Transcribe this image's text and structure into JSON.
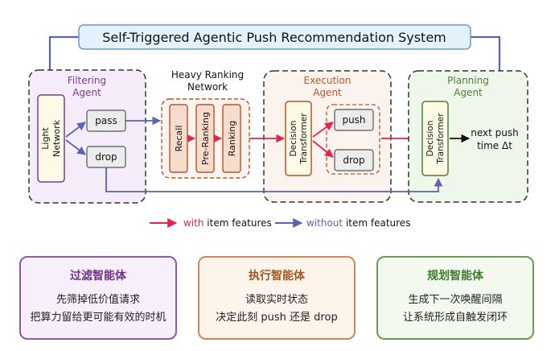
{
  "title": "Self-Triggered Agentic Push Recommendation System",
  "colors": {
    "with_features": "#e8224e",
    "without_features": "#5a63b0",
    "filtering": "#7a3d8c",
    "execution": "#b5552a",
    "planning": "#4f7d3a"
  },
  "filtering_agent": {
    "label_line1": "Filtering",
    "label_line2": "Agent",
    "light_network_line1": "Light",
    "light_network_line2": "Network",
    "pass": "pass",
    "drop": "drop"
  },
  "heavy_ranking": {
    "label_line1": "Heavy Ranking",
    "label_line2": "Network",
    "stages": [
      "Recall",
      "Pre-Ranking",
      "Ranking"
    ]
  },
  "execution_agent": {
    "label_line1": "Execution",
    "label_line2": "Agent",
    "dt_line1": "Decision",
    "dt_line2": "Transformer",
    "push": "push",
    "drop": "drop"
  },
  "planning_agent": {
    "label_line1": "Planning",
    "label_line2": "Agent",
    "dt_line1": "Decision",
    "dt_line2": "Transformer",
    "output_line1": "next push",
    "output_line2": "time Δt"
  },
  "legend": {
    "with_prefix": "with",
    "with_suffix": " item features",
    "without_prefix": "without",
    "without_suffix": " item features"
  },
  "cards": {
    "filtering": {
      "title": "过滤智能体",
      "lines": [
        "先筛掉低价值请求",
        "把算力留给更可能有效的时机"
      ]
    },
    "execution": {
      "title": "执行智能体",
      "lines": [
        "读取实时状态",
        "决定此刻 push 还是 drop"
      ]
    },
    "planning": {
      "title": "规划智能体",
      "lines": [
        "生成下一次唤醒间隔",
        "让系统形成自触发闭环"
      ]
    }
  }
}
